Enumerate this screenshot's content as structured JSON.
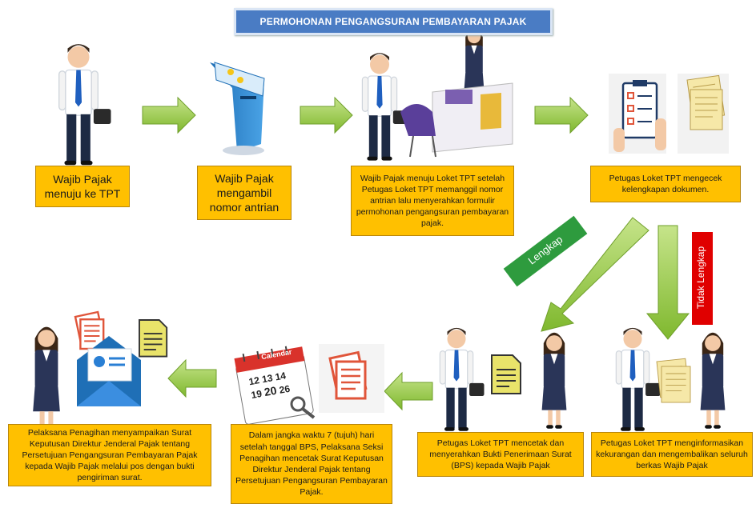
{
  "title": "PERMOHONAN PENGANGSURAN PEMBAYARAN PAJAK",
  "steps": [
    {
      "text": "Wajib Pajak menuju ke TPT"
    },
    {
      "text": "Wajib Pajak mengambil nomor antrian"
    },
    {
      "text": "Wajib Pajak menuju Loket TPT setelah Petugas Loket TPT memanggil nomor antrian lalu menyerahkan formulir permohonan pengangsuran pembayaran pajak."
    },
    {
      "text": "Petugas Loket TPT mengecek kelengkapan dokumen."
    },
    {
      "text": "Petugas Loket TPT menginformasikan kekurangan dan mengembalikan seluruh berkas Wajib Pajak"
    },
    {
      "text": "Petugas Loket TPT mencetak dan menyerahkan Bukti Penerimaan Surat (BPS) kepada Wajib Pajak"
    },
    {
      "text": "Dalam jangka waktu 7 (tujuh) hari setelah tanggal BPS, Pelaksana Seksi Penagihan mencetak Surat Keputusan Direktur Jenderal Pajak tentang Persetujuan Pengangsuran Pembayaran Pajak."
    },
    {
      "text": "Pelaksana Penagihan menyampaikan Surat Keputusan Direktur Jenderal Pajak tentang Persetujuan Pengangsuran Pembayaran Pajak kepada Wajib Pajak melalui pos dengan bukti pengiriman surat."
    }
  ],
  "branches": {
    "lengkap": "Lengkap",
    "tidak_lengkap": "Tidak Lengkap"
  },
  "calendar": {
    "header": "Calendar",
    "days": [
      "12",
      "13",
      "14",
      "19",
      "20",
      "26"
    ]
  },
  "colors": {
    "title_bg": "#4a7cc4",
    "box_bg": "#ffc000",
    "arrow_green": "#92c83e",
    "lengkap_label": "#2e9b3e",
    "tidak_lengkap_label": "#e00000"
  }
}
